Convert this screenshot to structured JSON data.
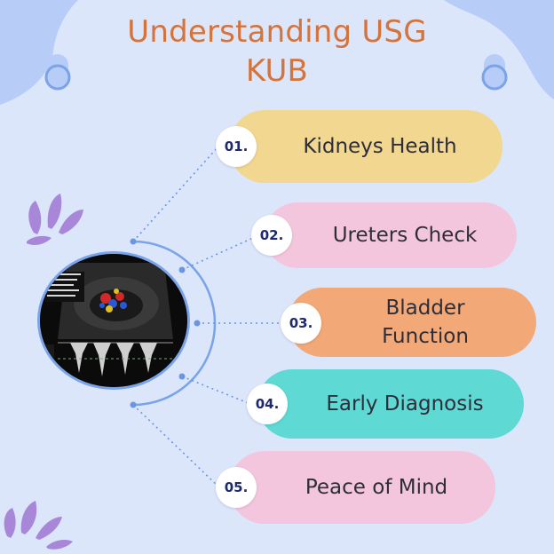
{
  "title_lines": [
    "Understanding USG",
    "KUB"
  ],
  "colors": {
    "background": "#dbe6fb",
    "title": "#d5733a",
    "blob": "#b7cdf7",
    "ring": "#7aa3e8",
    "leaf": "#a887d8",
    "dotted": "#6a95e0",
    "badge_text": "#1e2a6e"
  },
  "items": [
    {
      "number": "01.",
      "label": "Kidneys Health",
      "color": "#f1d790"
    },
    {
      "number": "02.",
      "label": "Ureters Check",
      "color": "#f4c6de"
    },
    {
      "number": "03.",
      "label": "Bladder Function",
      "color": "#f2a877"
    },
    {
      "number": "04.",
      "label": "Early Diagnosis",
      "color": "#5ed9d4"
    },
    {
      "number": "05.",
      "label": "Peace of Mind",
      "color": "#f4c6de"
    }
  ],
  "image": {
    "subject": "doppler-ultrasound-scan"
  }
}
